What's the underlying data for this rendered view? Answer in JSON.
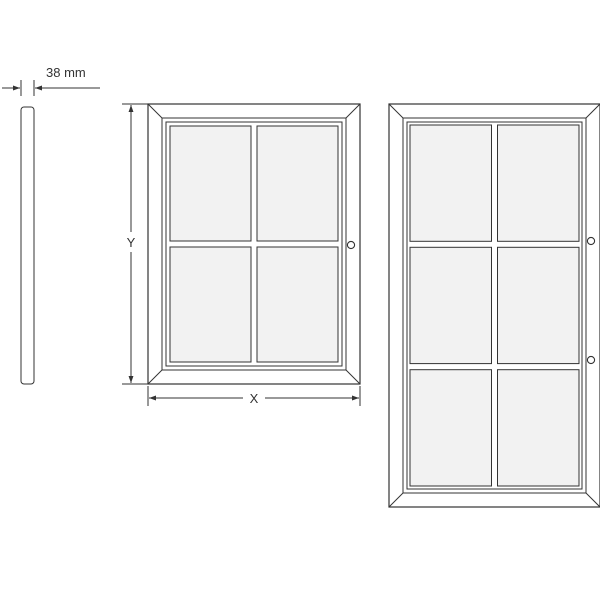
{
  "colors": {
    "stroke": "#333333",
    "frame_fill": "#ffffff",
    "pane_fill": "#f2f2f2",
    "background": "#ffffff"
  },
  "labels": {
    "depth": "38 mm",
    "height": "Y",
    "width": "X"
  },
  "cabinets": [
    {
      "name": "cabinet-4-pane",
      "columns": 2,
      "rows": 2,
      "knobs": 1
    },
    {
      "name": "cabinet-6-pane",
      "columns": 2,
      "rows": 3,
      "knobs": 2
    }
  ]
}
